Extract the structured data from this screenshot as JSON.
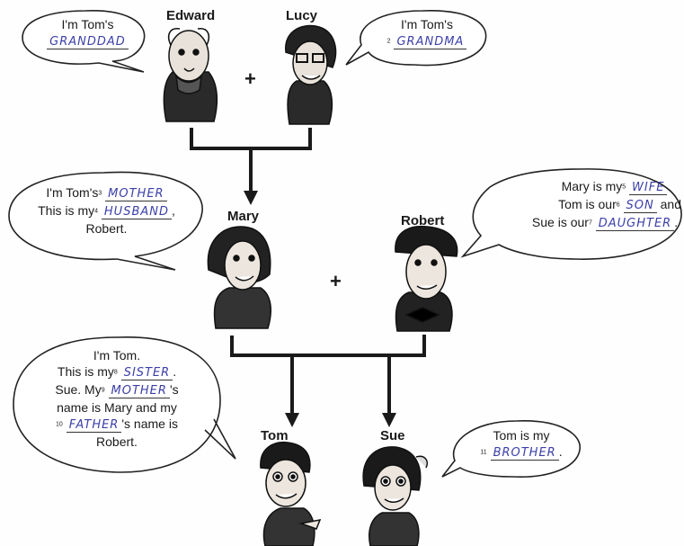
{
  "names": {
    "edward": "Edward",
    "lucy": "Lucy",
    "mary": "Mary",
    "robert": "Robert",
    "tom": "Tom",
    "sue": "Sue"
  },
  "plus": "+",
  "edward_bubble": {
    "line1": "I'm Tom's",
    "answer": "GRANDDAD"
  },
  "lucy_bubble": {
    "line1": "I'm Tom's",
    "num": "2",
    "answer": "GRANDMA"
  },
  "mary_bubble": {
    "pre1": "I'm Tom's",
    "num1": "3",
    "answer1": "MOTHER",
    "pre2": "This is my",
    "num2": "4",
    "answer2": "HUSBAND",
    "post2": ",",
    "line3": "Robert."
  },
  "robert_bubble": {
    "pre1": "Mary is my",
    "num1": "5",
    "answer1": "WIFE",
    "post1": ".",
    "pre2": "Tom is our",
    "num2": "6",
    "answer2": "SON",
    "post2": "and",
    "pre3": "Sue is our",
    "num3": "7",
    "answer3": "DAUGHTER",
    "post3": "."
  },
  "tom_bubble": {
    "line1": "I'm Tom.",
    "pre2": "This is my",
    "num2": "8",
    "answer2": "SISTER",
    "post2": ".",
    "pre3": "Sue. My",
    "num3": "9",
    "answer3": "MOTHER",
    "post3": "'s",
    "line4": "name is Mary and my",
    "num5": "10",
    "answer5": "FATHER",
    "post5": "'s name is",
    "line6": "Robert."
  },
  "sue_bubble": {
    "line1": "Tom is my",
    "num": "11",
    "answer": "BROTHER",
    "post": "."
  }
}
